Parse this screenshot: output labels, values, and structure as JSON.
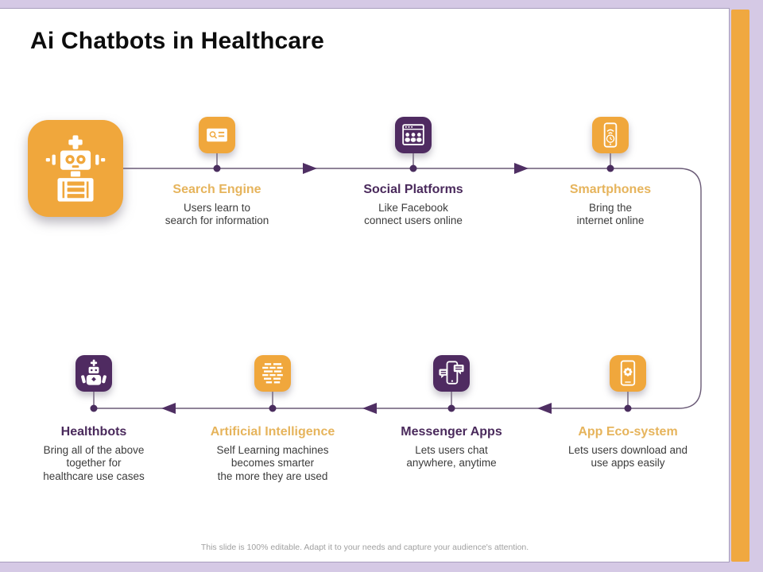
{
  "slide": {
    "title": "Ai Chatbots in Healthcare",
    "footer": "This slide is 100% editable. Adapt it to your needs and capture your audience's attention."
  },
  "colors": {
    "tile_orange": "#f0a73c",
    "tile_purple": "#4f2b61",
    "heading_gold": "#e6b45c",
    "heading_purple": "#4a2a5c",
    "body_text": "#3c3c3c",
    "connector_line": "#6a5a76",
    "connector_marker": "#4a2d5e",
    "page_background": "#d5c9e5",
    "accent_bar": "#f0a840"
  },
  "flow": {
    "start": {
      "icon": "chatbot-robot-icon"
    },
    "top_row": [
      {
        "icon": "search-engine-icon",
        "title": "Search Engine",
        "description": "Users learn to\nsearch for information"
      },
      {
        "icon": "social-platforms-icon",
        "title": "Social Platforms",
        "description": "Like Facebook\nconnect users online"
      },
      {
        "icon": "smartphones-icon",
        "title": "Smartphones",
        "description": "Bring the\ninternet online"
      }
    ],
    "bottom_row": [
      {
        "icon": "healthbots-icon",
        "title": "Healthbots",
        "description": "Bring all of the above\ntogether for\nhealthcare use cases"
      },
      {
        "icon": "artificial-intelligence-icon",
        "title": "Artificial Intelligence",
        "description": "Self Learning machines\nbecomes smarter\nthe more they are used"
      },
      {
        "icon": "messenger-apps-icon",
        "title": "Messenger Apps",
        "description": "Lets users chat\nanywhere, anytime"
      },
      {
        "icon": "app-eco-system-icon",
        "title": "App Eco-system",
        "description": "Lets users download and\nuse apps easily"
      }
    ]
  }
}
